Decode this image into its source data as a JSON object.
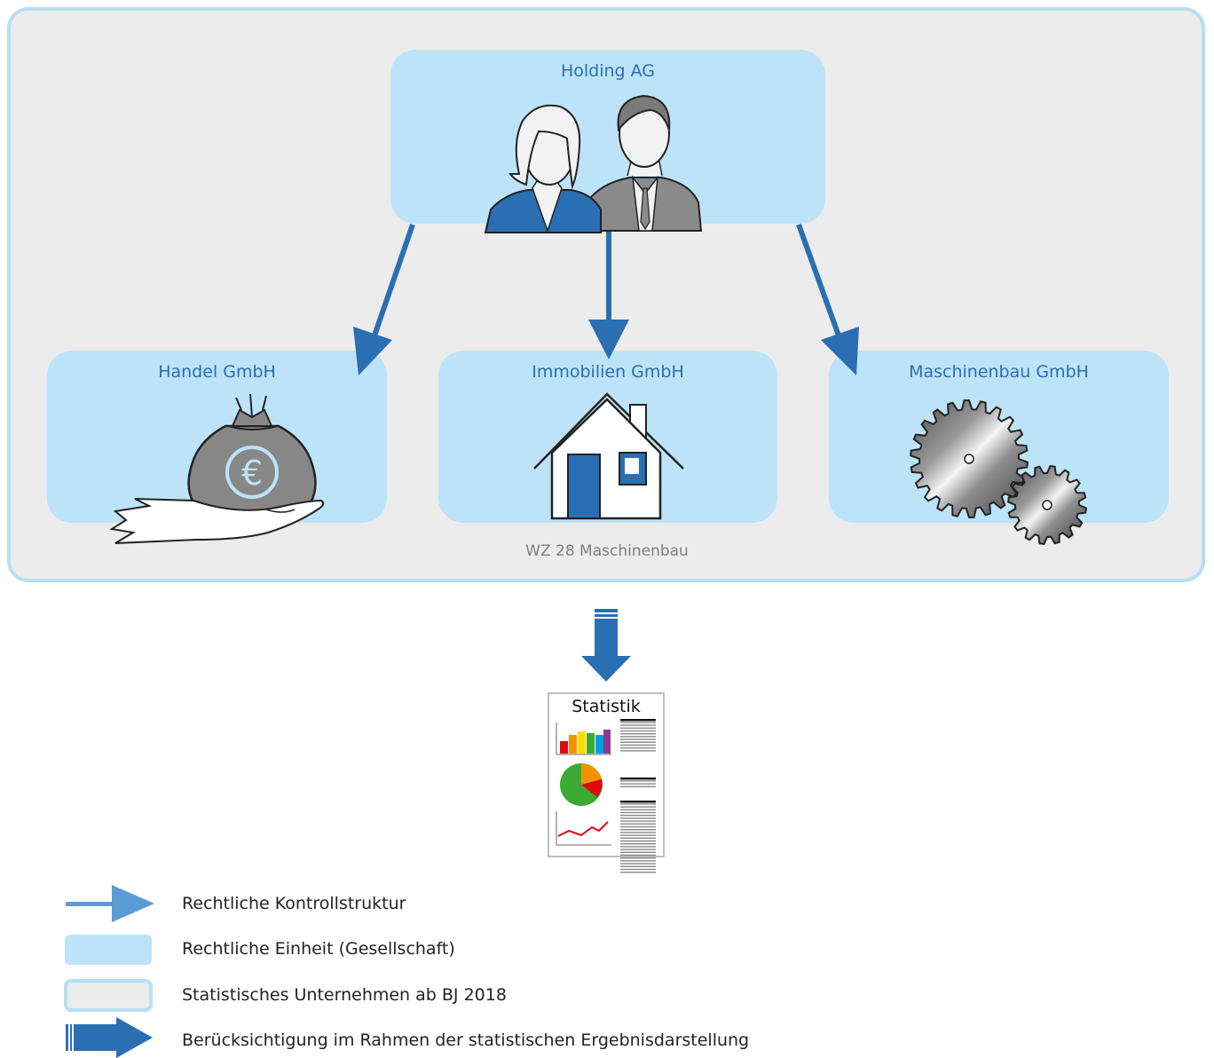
{
  "units": {
    "holding": "Holding AG",
    "handel": "Handel GmbH",
    "immobilien": "Immobilien GmbH",
    "maschinenbau": "Maschinenbau GmbH"
  },
  "enterprise_label": "WZ 28 Maschinenbau",
  "document": {
    "title": "Statistik"
  },
  "legend": {
    "control": "Rechtliche Kontrollstruktur",
    "legal_unit": "Rechtliche Einheit (Gesellschaft)",
    "enterprise": "Statistisches Unternehmen ab BJ 2018",
    "result": "Berücksichtigung im Rahmen der statistischen Ergebnisdarstellung"
  },
  "colors": {
    "unit_fill": "#bde3f8",
    "enterprise_fill": "#ececec",
    "enterprise_border": "#b8def5",
    "arrow": "#2a6fb1",
    "title_text": "#2a6fb1"
  },
  "icons": [
    "people-icon",
    "money-bag-icon",
    "house-icon",
    "gears-icon",
    "statistics-document-icon"
  ]
}
